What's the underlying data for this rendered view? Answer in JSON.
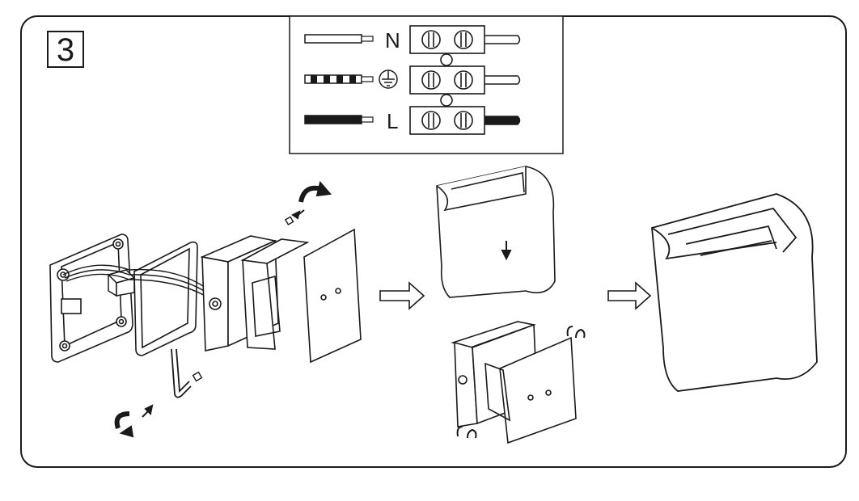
{
  "step": {
    "number": "3"
  },
  "terminal": {
    "rows": [
      {
        "label": "N",
        "wire": "blue-neutral-wire"
      },
      {
        "label": "",
        "wire": "earth-wire",
        "icon": "earth-ground-icon"
      },
      {
        "label": "L",
        "wire": "live-wire"
      }
    ]
  },
  "colors": {
    "line": "#1a1a1a",
    "fill": "#ffffff",
    "hatch": "#333333"
  }
}
